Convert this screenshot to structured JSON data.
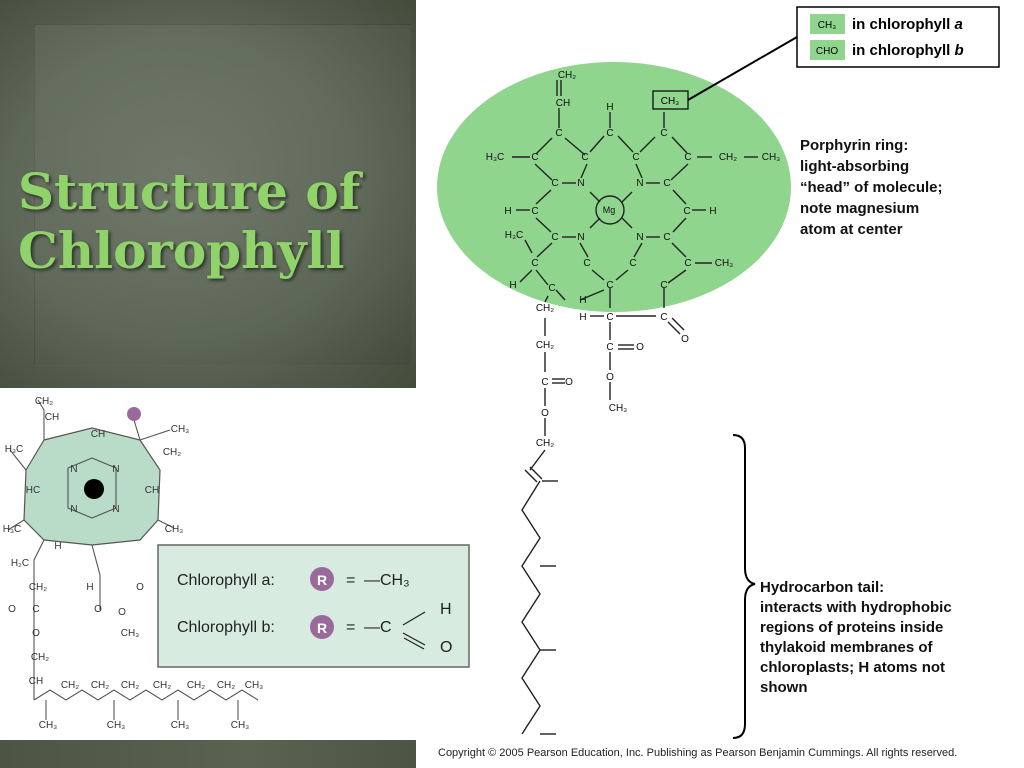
{
  "slide": {
    "title_line1": "Structure of",
    "title_line2": "Chlorophyll"
  },
  "legend": {
    "ch3_box": "CH₃",
    "ch3_text": "in chlorophyll ",
    "ch3_letter": "a",
    "cho_box": "CHO",
    "cho_text": "in chlorophyll ",
    "cho_letter": "b"
  },
  "molecule": {
    "mg": "Mg",
    "ch3_box": "CH₃"
  },
  "porphyrin_label": [
    "Porphyrin ring:",
    "light-absorbing",
    "“head” of molecule;",
    "note magnesium",
    "atom at center"
  ],
  "tail_label": [
    "Hydrocarbon tail:",
    "interacts with hydrophobic",
    "regions of proteins inside",
    "thylakoid membranes of",
    "chloroplasts; H atoms not",
    "shown"
  ],
  "inset": {
    "row_a_label": "Chlorophyll a:",
    "row_b_label": "Chlorophyll b:",
    "r": "R",
    "eq": "=",
    "ch3": "—CH₃",
    "c": "—C",
    "h": "H",
    "o": "O"
  },
  "copyright": "Copyright ©  2005 Pearson Education, Inc. Publishing as Pearson Benjamin Cummings. All rights reserved.",
  "colors": {
    "ring_green": "#8fd58e",
    "title_green": "#8fd36a",
    "inset_fill": "#d8ebe0",
    "inset_ring": "#b9dcc9",
    "r_purple": "#9c6a9a"
  }
}
